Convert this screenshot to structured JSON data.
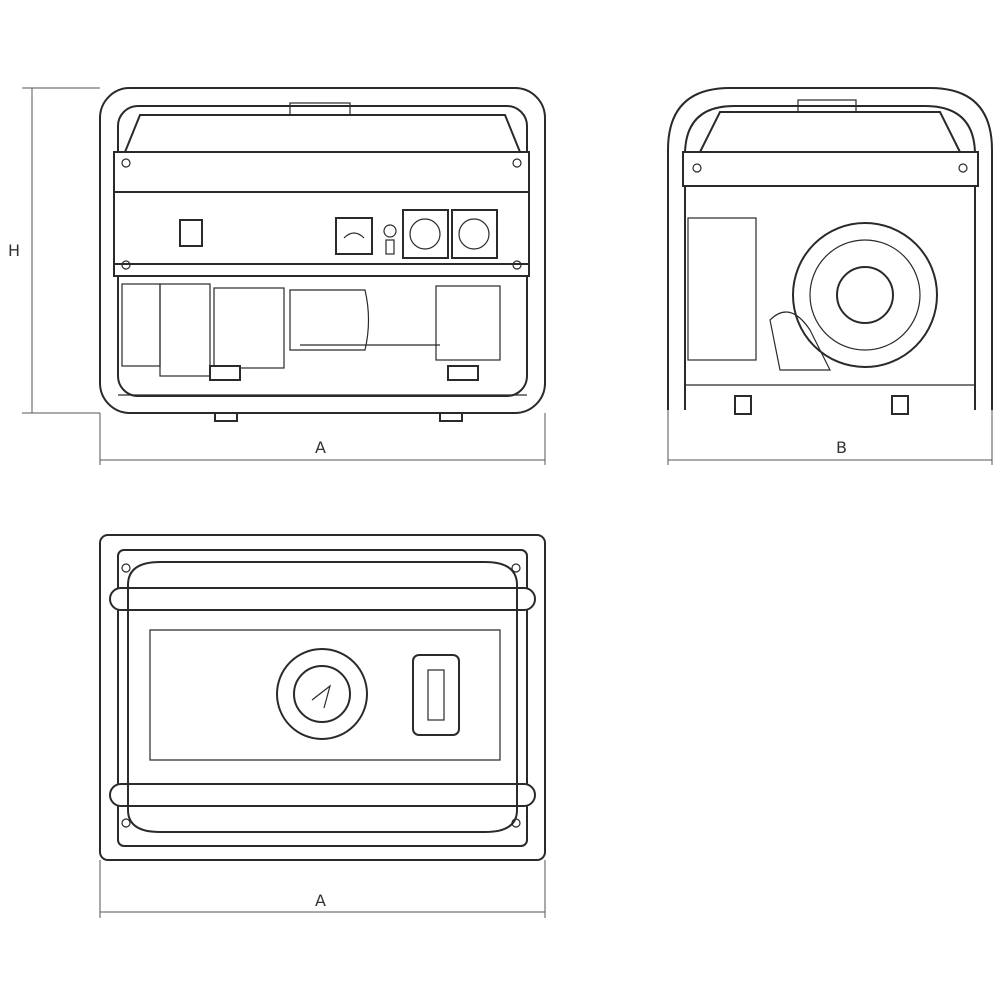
{
  "dimensions": {
    "height_label": "H",
    "front_width_label": "A",
    "side_depth_label": "B",
    "top_width_label": "A"
  }
}
